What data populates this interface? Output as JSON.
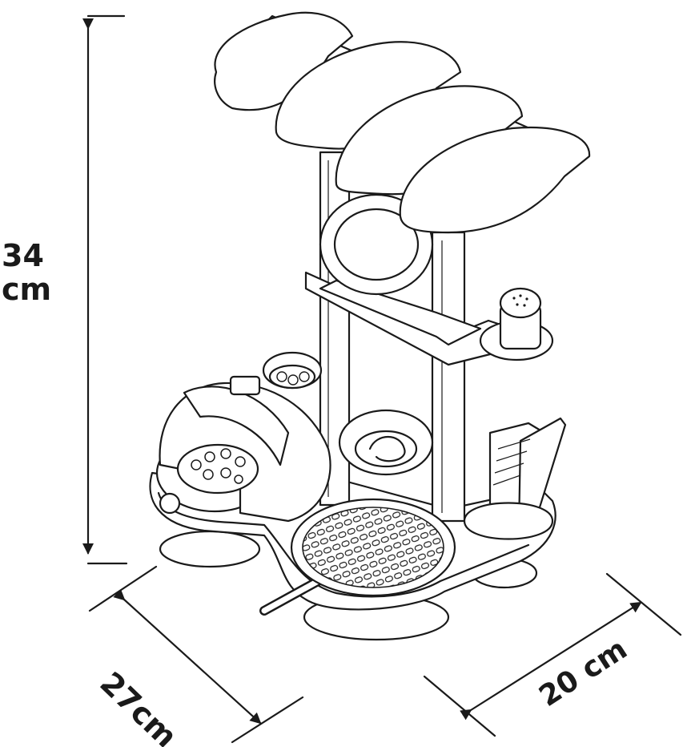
{
  "dimensions": {
    "height_value": "34",
    "height_unit": "cm",
    "width_label": "27cm",
    "depth_label": "20 cm"
  },
  "colors": {
    "line": "#1a1a1a",
    "background": "#ffffff"
  }
}
